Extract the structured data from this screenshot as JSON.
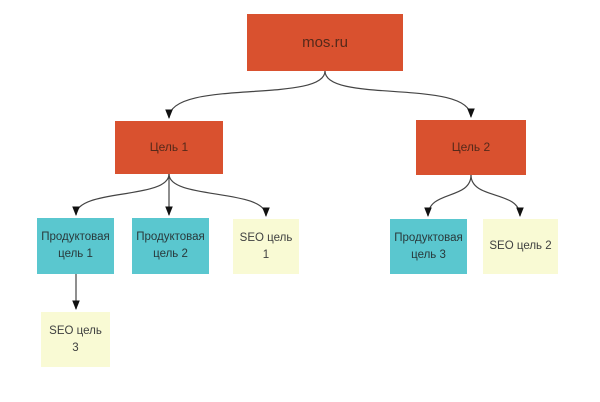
{
  "diagram": {
    "type": "tree-flowchart",
    "background_color": "#ffffff",
    "line_color": "#444444",
    "colors": {
      "goal": "#d9512f",
      "product": "#5ac7cf",
      "seo": "#f9fad4"
    },
    "nodes": {
      "root": {
        "label": "mos.ru",
        "color": "#d9512f"
      },
      "goal1": {
        "label": "Цель 1",
        "color": "#d9512f"
      },
      "goal2": {
        "label": "Цель 2",
        "color": "#d9512f"
      },
      "product1": {
        "label": "Продуктовая цель 1",
        "color": "#5ac7cf"
      },
      "product2": {
        "label": "Продуктовая цель 2",
        "color": "#5ac7cf"
      },
      "seo1": {
        "label": "SEO цель 1",
        "color": "#f9fad4"
      },
      "product3": {
        "label": "Продуктовая цель 3",
        "color": "#5ac7cf"
      },
      "seo2": {
        "label": "SEO цель 2",
        "color": "#f9fad4"
      },
      "seo3": {
        "label": "SEO цель 3",
        "color": "#f9fad4"
      }
    },
    "edges": [
      {
        "from": "root",
        "to": "goal1"
      },
      {
        "from": "root",
        "to": "goal2"
      },
      {
        "from": "goal1",
        "to": "product1"
      },
      {
        "from": "goal1",
        "to": "product2"
      },
      {
        "from": "goal1",
        "to": "seo1"
      },
      {
        "from": "goal2",
        "to": "product3"
      },
      {
        "from": "goal2",
        "to": "seo2"
      },
      {
        "from": "product1",
        "to": "seo3"
      }
    ]
  }
}
